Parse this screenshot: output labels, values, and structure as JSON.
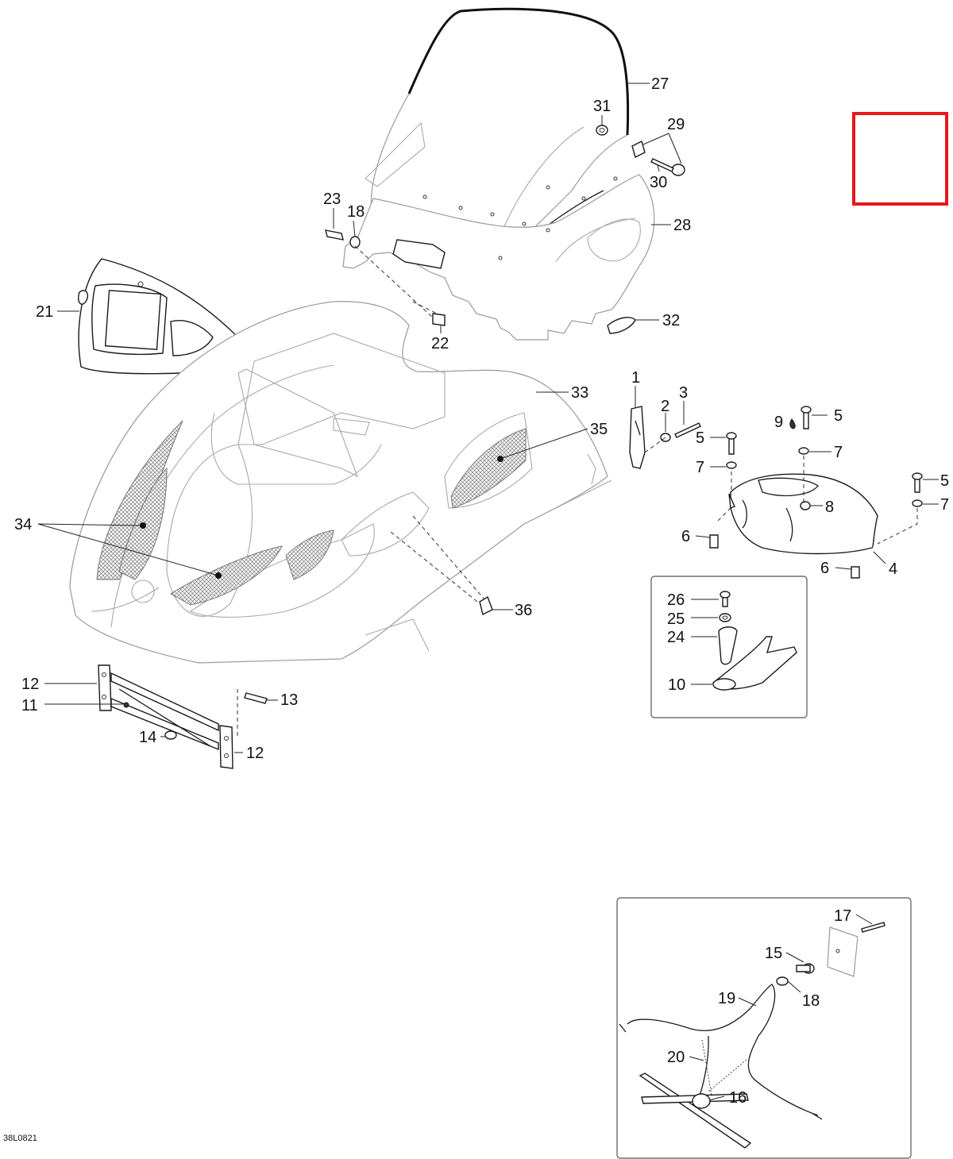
{
  "drawing_code": "38L0821",
  "callouts": [
    {
      "id": "c27",
      "text": "27"
    },
    {
      "id": "c31",
      "text": "31"
    },
    {
      "id": "c29",
      "text": "29"
    },
    {
      "id": "c30",
      "text": "30"
    },
    {
      "id": "c23",
      "text": "23"
    },
    {
      "id": "c18a",
      "text": "18"
    },
    {
      "id": "c28",
      "text": "28"
    },
    {
      "id": "c21",
      "text": "21"
    },
    {
      "id": "c32",
      "text": "32"
    },
    {
      "id": "c22",
      "text": "22"
    },
    {
      "id": "c33",
      "text": "33"
    },
    {
      "id": "c35",
      "text": "35"
    },
    {
      "id": "c34",
      "text": "34"
    },
    {
      "id": "c36",
      "text": "36"
    },
    {
      "id": "c1",
      "text": "1"
    },
    {
      "id": "c2",
      "text": "2"
    },
    {
      "id": "c3",
      "text": "3"
    },
    {
      "id": "c9",
      "text": "9"
    },
    {
      "id": "c5a",
      "text": "5"
    },
    {
      "id": "c5b",
      "text": "5"
    },
    {
      "id": "c7a",
      "text": "7"
    },
    {
      "id": "c7b",
      "text": "7"
    },
    {
      "id": "c5c",
      "text": "5"
    },
    {
      "id": "c7c",
      "text": "7"
    },
    {
      "id": "c8",
      "text": "8"
    },
    {
      "id": "c6a",
      "text": "6"
    },
    {
      "id": "c6b",
      "text": "6"
    },
    {
      "id": "c4",
      "text": "4"
    },
    {
      "id": "c26",
      "text": "26"
    },
    {
      "id": "c25",
      "text": "25"
    },
    {
      "id": "c24",
      "text": "24"
    },
    {
      "id": "c10",
      "text": "10"
    },
    {
      "id": "c12a",
      "text": "12"
    },
    {
      "id": "c11",
      "text": "11"
    },
    {
      "id": "c13",
      "text": "13"
    },
    {
      "id": "c14",
      "text": "14"
    },
    {
      "id": "c12b",
      "text": "12"
    },
    {
      "id": "c17",
      "text": "17"
    },
    {
      "id": "c15",
      "text": "15"
    },
    {
      "id": "c18b",
      "text": "18"
    },
    {
      "id": "c19",
      "text": "19"
    },
    {
      "id": "c20",
      "text": "20"
    },
    {
      "id": "c16",
      "text": "16"
    }
  ],
  "colors": {
    "highlight_box": "#e8161b",
    "line": "#1a1a1a",
    "faint": "#9a9a9a"
  }
}
